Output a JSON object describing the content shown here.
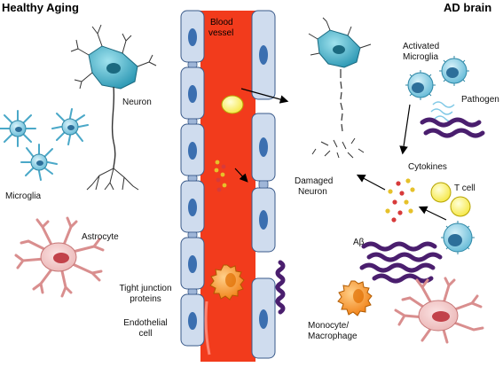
{
  "titles": {
    "left": "Healthy Aging",
    "right": "AD brain"
  },
  "labels": {
    "blood_vessel_line1": "Blood",
    "blood_vessel_line2": "vessel",
    "neuron": "Neuron",
    "microglia": "Microglia",
    "astrocyte": "Astrocyte",
    "tight_junction_line1": "Tight junction",
    "tight_junction_line2": "proteins",
    "endothelial_line1": "Endothelial",
    "endothelial_line2": "cell",
    "activated_microglia_line1": "Activated",
    "activated_microglia_line2": "Microglia",
    "pathogen": "Pathogen",
    "cytokines": "Cytokines",
    "damaged_neuron_line1": "Damaged",
    "damaged_neuron_line2": "Neuron",
    "t_cell": "T cell",
    "abeta": "Aβ",
    "monocyte_line1": "Monocyte/",
    "monocyte_line2": "Macrophage"
  },
  "colors": {
    "vessel_red": "#f23b1c",
    "endothelial_fill": "#cfdcee",
    "nucleus_blue": "#3b6fb0",
    "neuron_teal": "#3fb0c8",
    "microglia_blue": "#7ecbe0",
    "astrocyte_pink": "#f2c6c6",
    "t_cell_yellow": "#fff27a",
    "monocyte_orange": "#f79a2a",
    "abeta_purple": "#4a1e6e"
  }
}
